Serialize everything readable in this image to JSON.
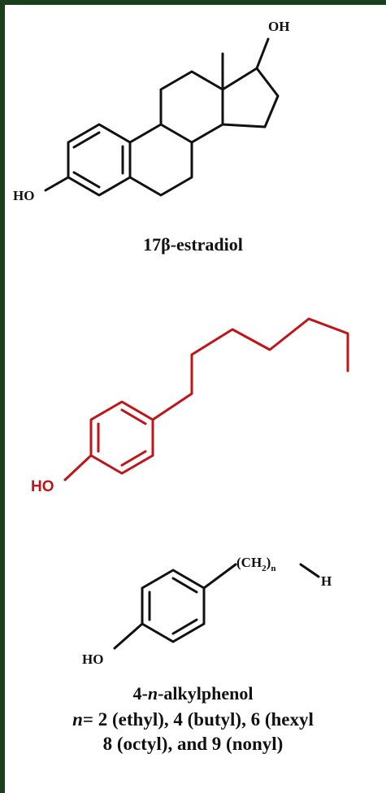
{
  "colors": {
    "border": "#1b3f1c",
    "structure": "#111111",
    "highlight": "#c0141a"
  },
  "estradiol": {
    "oh_top": "OH",
    "ho_left": "HO",
    "name_prefix": "17",
    "name_beta": "β",
    "name_suffix": "-estradiol"
  },
  "heptylphenol": {
    "ho_label": "HO"
  },
  "alkylphenol": {
    "ho_label": "HO",
    "chain_ch": "(CH",
    "chain_sub2": "2",
    "chain_close": ")",
    "chain_subn": "n",
    "h_label": "H",
    "name_prefix": "4-",
    "name_n": "n",
    "name_suffix": "-alkylphenol",
    "n_var": "n",
    "n_values": "= 2 (ethyl), 4 (butyl), 6 (hexyl",
    "n_values_2": "8 (octyl), and 9 (nonyl)"
  }
}
